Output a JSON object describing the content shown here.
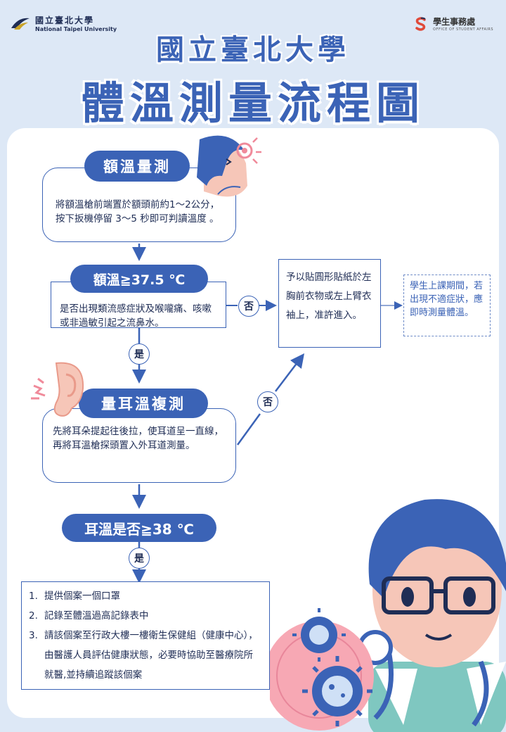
{
  "header": {
    "univ_cn": "國立臺北大學",
    "univ_en": "National Taipei University",
    "office_cn": "學生事務處",
    "office_en": "OFFICE OF STUDENT AFFAIRS"
  },
  "title": {
    "line1": "國立臺北大學",
    "line2": "體溫測量流程圖"
  },
  "flow": {
    "forehead_title": "額溫量測",
    "forehead_desc": "將額溫槍前端置於額頭前約1～2公分，按下扳機停留 3～5 秒即可判讀溫度 。",
    "forehead_threshold": "額溫≧37.5 ℃",
    "symptom_question": "是否出現類流感症狀及喉嚨痛、咳嗽或非過敏引起之流鼻水。",
    "no_label_1": "否",
    "yes_label_1": "是",
    "sticker_text": "予以貼圓形貼紙於左胸前衣物或左上臂衣袖上，准許進入。",
    "class_note": "學生上課期間，若出現不適症狀，應即時測量體溫。",
    "ear_title": "量耳溫複測",
    "ear_desc": "先將耳朵提起往後拉，使耳道呈一直線，再將耳溫槍探頭置入外耳道測量。",
    "no_label_2": "否",
    "ear_threshold": "耳溫是否≧38 ℃",
    "yes_label_2": "是",
    "steps": [
      {
        "num": "1.",
        "text": "提供個案一個口罩"
      },
      {
        "num": "2.",
        "text": "記錄至體溫過高記錄表中"
      },
      {
        "num": "3.",
        "text": "請該個案至行政大樓一樓衛生保健組（健康中心），由醫護人員評估健康狀態，必要時協助至醫療院所就醫,並持續追蹤該個案"
      }
    ]
  },
  "colors": {
    "primary": "#3b63b6",
    "background": "#dde8f6",
    "accent_pink": "#f08a9a"
  }
}
